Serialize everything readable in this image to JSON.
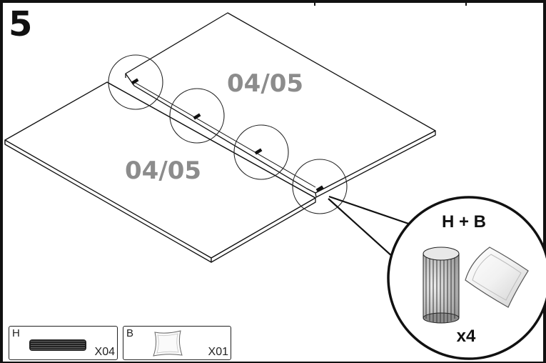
{
  "step": {
    "number": "5"
  },
  "panels": [
    {
      "label": "04/05"
    },
    {
      "label": "04/05"
    }
  ],
  "callout": {
    "title": "H + B",
    "quantity": "x4"
  },
  "legend": [
    {
      "code": "H",
      "qty": "X04"
    },
    {
      "code": "B",
      "qty": "X01"
    }
  ]
}
